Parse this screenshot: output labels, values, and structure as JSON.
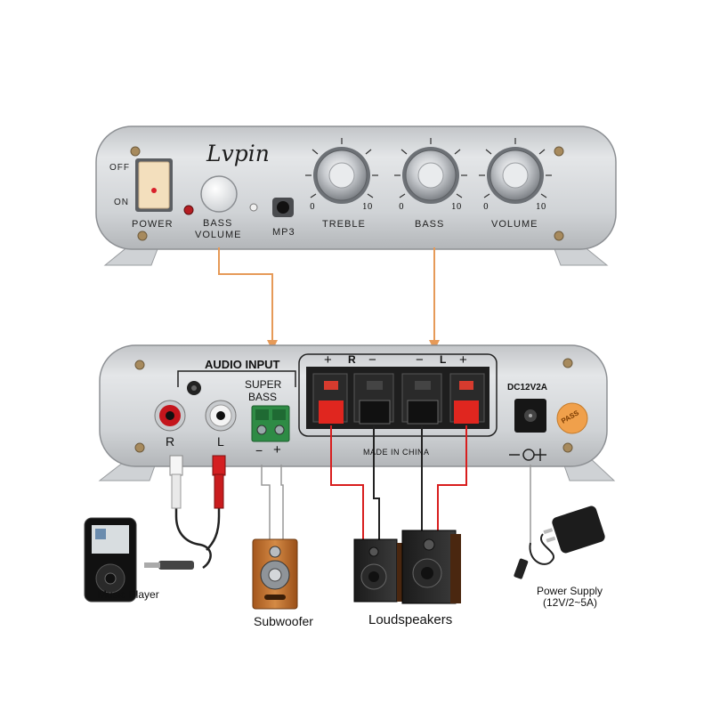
{
  "front_panel": {
    "brand": "Lvpin",
    "off_label": "OFF",
    "on_label": "ON",
    "power_label": "POWER",
    "bass_label": "BASS",
    "volume_label": "VOLUME",
    "mp3_label": "MP3",
    "knobs": [
      {
        "label": "TREBLE",
        "min": "0",
        "max": "10"
      },
      {
        "label": "BASS",
        "min": "0",
        "max": "10"
      },
      {
        "label": "VOLUME",
        "min": "0",
        "max": "10"
      }
    ]
  },
  "back_panel": {
    "audio_input_label": "AUDIO INPUT",
    "super_bass_line1": "SUPER",
    "super_bass_line2": "BASS",
    "sub_minus": "−",
    "sub_plus": "+",
    "rca_right": "R",
    "rca_left": "L",
    "terminal_top": [
      "+",
      "R",
      "−",
      "−",
      "L",
      "+"
    ],
    "made_in": "MADE IN CHINA",
    "dc_label": "DC12V2A",
    "pass_sticker": "PASS"
  },
  "devices": {
    "music_player_label": "Music Player",
    "subwoofer_label": "Subwoofer",
    "loudspeakers_label": "Loudspeakers",
    "power_supply_label": "Power Supply",
    "power_supply_spec": "(12V/2~5A)"
  },
  "colors": {
    "chassis": "#d3d6d9",
    "accent_orange": "#e69a58",
    "wire_red": "#d81e1e",
    "terminal_red": "#e0261f",
    "terminal_black": "#1a1a1a",
    "speaker_wood": "#c0712e"
  }
}
